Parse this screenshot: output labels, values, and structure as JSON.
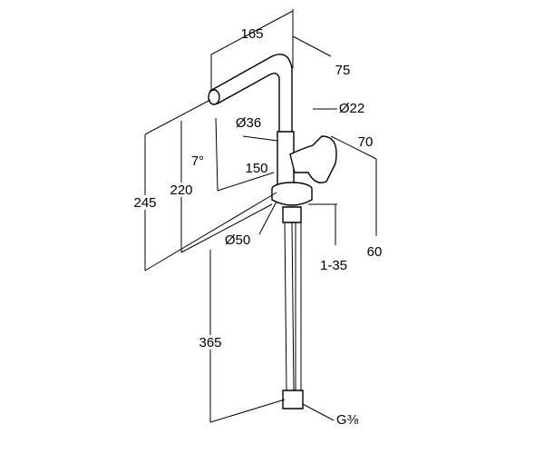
{
  "drawing": {
    "type": "faucet dimension drawing",
    "dimensions": {
      "spout_reach": "165",
      "body_offset": "75",
      "body_diameter": "Ø22",
      "spout_diameter": "Ø36",
      "lever_height": "70",
      "spout_angle": "7°",
      "spout_length": "150",
      "total_height": "245",
      "outlet_height": "220",
      "base_diameter": "Ø50",
      "lever_depth": "60",
      "mounting_thickness": "1-35",
      "hose_length": "365",
      "connection_thread": "G⅜"
    }
  }
}
